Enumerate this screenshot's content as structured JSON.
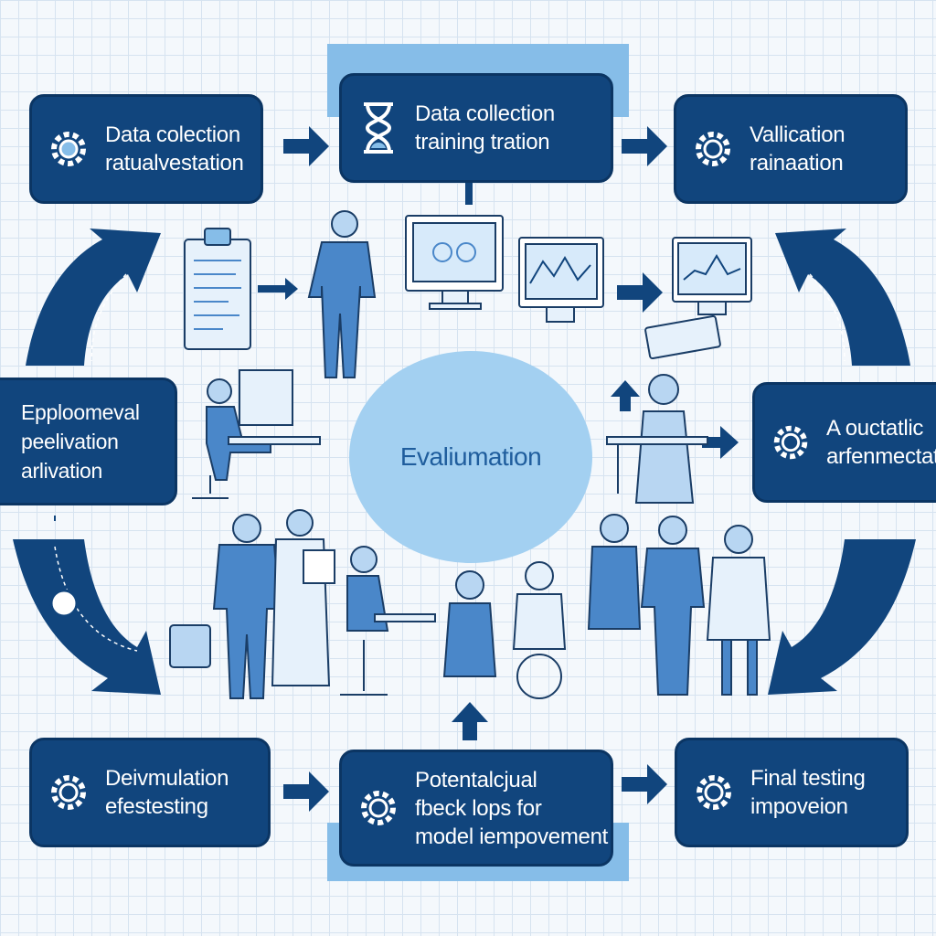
{
  "diagram": {
    "center": {
      "label": "Evaliumation"
    },
    "steps": [
      {
        "id": "top-left",
        "lines": [
          "Data colection",
          "ratualvestation"
        ],
        "icon": "gear-icon"
      },
      {
        "id": "top-center",
        "lines": [
          "Data collection",
          "training tration"
        ],
        "icon": "hourglass-icon"
      },
      {
        "id": "top-right",
        "lines": [
          "Vallication",
          "rainaation"
        ],
        "icon": "gear-icon"
      },
      {
        "id": "mid-left",
        "lines": [
          "Epploomeval",
          "peelivation",
          "arlivation"
        ],
        "icon": "gear-icon"
      },
      {
        "id": "mid-right",
        "lines": [
          "A ouctatlic",
          "arfenmectation"
        ],
        "icon": "gear-icon"
      },
      {
        "id": "bottom-left",
        "lines": [
          "Deivmulation",
          "efestesting"
        ],
        "icon": "gear-icon"
      },
      {
        "id": "bottom-center",
        "lines": [
          "Potentalcjual",
          "fbeck lops for",
          "model iempovement"
        ],
        "icon": "gear-icon"
      },
      {
        "id": "bottom-right",
        "lines": [
          "Final testing",
          "impoveion"
        ],
        "icon": "gear-icon"
      }
    ]
  },
  "colors": {
    "box_fill": "#11457d",
    "box_text": "#ffffff",
    "accent_light": "#86bde8",
    "circle_fill": "#a3d0f1",
    "figure_fill": "#4a87c9",
    "outline": "#1a3d66"
  }
}
